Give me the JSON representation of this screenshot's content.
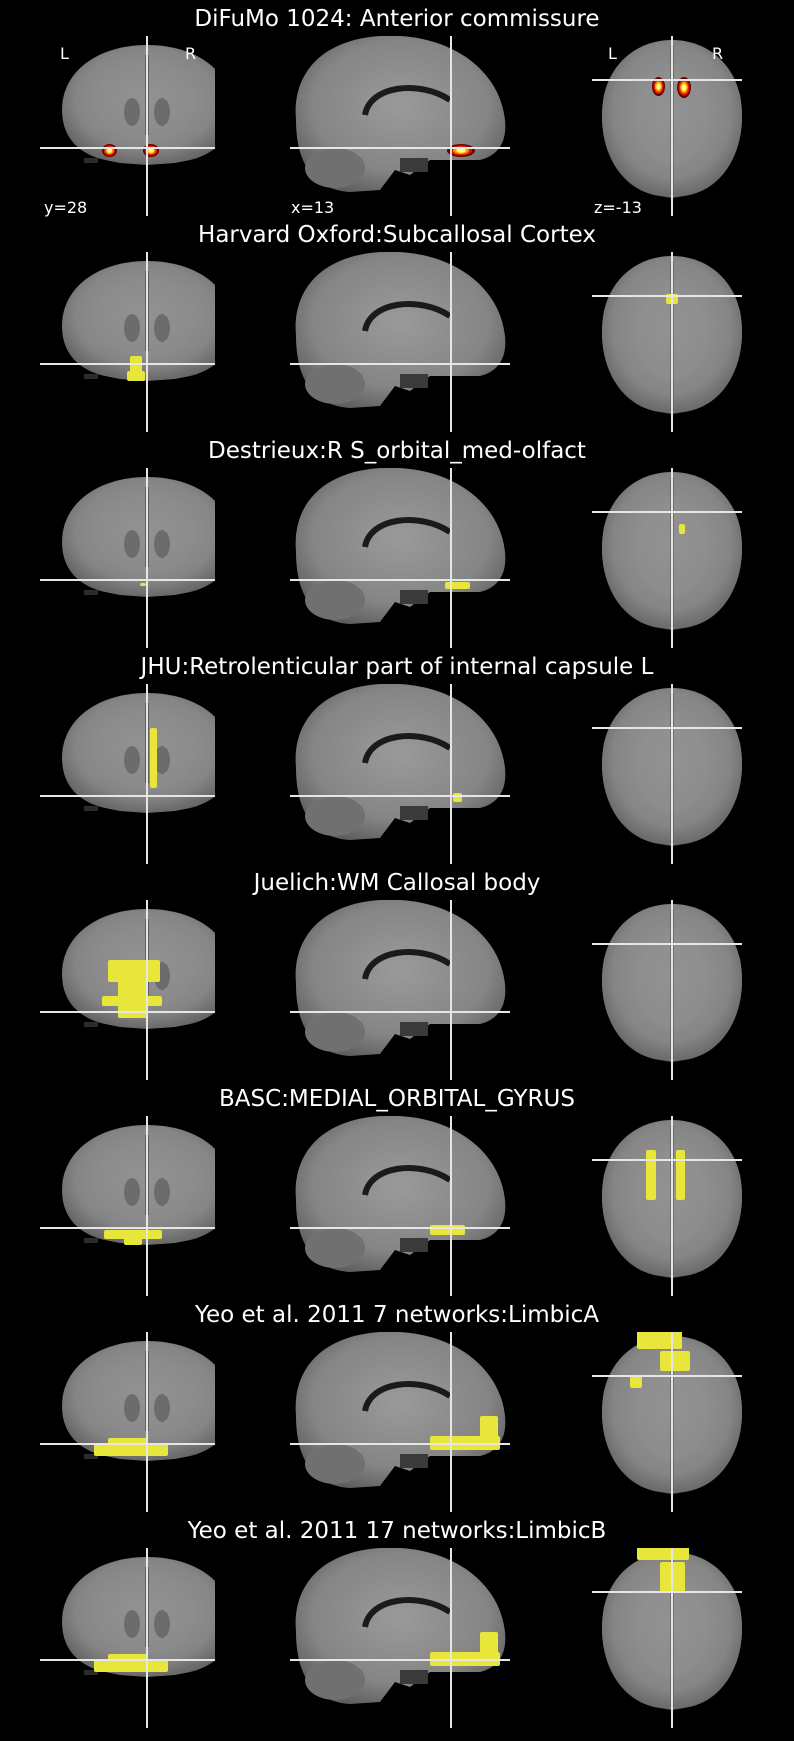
{
  "figure": {
    "background": "#000000",
    "overlay_color": "#e8e63a",
    "heat_colors": [
      "#ffff80",
      "#ff9900",
      "#d81e00",
      "#6b0000"
    ],
    "crosshair_color": "#e6e6e6",
    "coordinates": {
      "y": "y=28",
      "x": "x=13",
      "z": "z=-13"
    },
    "orientation": {
      "left": "L",
      "right": "R"
    },
    "panels": [
      {
        "title": "DiFuMo 1024: Anterior commissure",
        "style": "heat",
        "coronal": [
          [
            105,
            147,
            9,
            7
          ],
          [
            146,
            147,
            10,
            7
          ]
        ],
        "sagittal": [
          [
            450,
            147,
            22,
            7
          ]
        ],
        "axial": [
          [
            655,
            80,
            7,
            13
          ],
          [
            680,
            80,
            8,
            15
          ]
        ]
      },
      {
        "title": "Harvard Oxford:Subcallosal Cortex",
        "style": "flat",
        "coronal": [
          [
            130,
            140,
            12,
            20
          ],
          [
            127,
            155,
            18,
            10
          ]
        ],
        "sagittal": [],
        "axial": [
          [
            666,
            78,
            12,
            10
          ]
        ]
      },
      {
        "title": "Destrieux:R S_orbital_med-olfact",
        "style": "flat",
        "coronal": [
          [
            140,
            151,
            6,
            3
          ]
        ],
        "sagittal": [
          [
            445,
            150,
            25,
            7
          ]
        ],
        "axial": [
          [
            679,
            92,
            6,
            10
          ]
        ]
      },
      {
        "title": "JHU:Retrolenticular part of internal capsule L",
        "style": "flat",
        "coronal": [
          [
            150,
            80,
            7,
            60
          ]
        ],
        "sagittal": [
          [
            453,
            145,
            9,
            9
          ]
        ],
        "axial": []
      },
      {
        "title": "Juelich:WM Callosal body",
        "style": "flat",
        "coronal": [
          [
            108,
            96,
            52,
            22
          ],
          [
            118,
            112,
            30,
            42
          ],
          [
            102,
            132,
            60,
            10
          ]
        ],
        "sagittal": [],
        "axial": []
      },
      {
        "title": "BASC:MEDIAL_ORBITAL_GYRUS",
        "style": "flat",
        "coronal": [
          [
            104,
            150,
            58,
            9
          ],
          [
            124,
            157,
            18,
            8
          ]
        ],
        "sagittal": [
          [
            430,
            145,
            35,
            10
          ]
        ],
        "axial": [
          [
            646,
            70,
            10,
            50
          ],
          [
            676,
            70,
            9,
            50
          ]
        ]
      },
      {
        "title": "Yeo et al. 2011 7 networks:LimbicA",
        "style": "flat",
        "coronal": [
          [
            94,
            148,
            74,
            12
          ],
          [
            108,
            142,
            40,
            8
          ]
        ],
        "sagittal": [
          [
            430,
            140,
            70,
            14
          ],
          [
            480,
            120,
            18,
            30
          ]
        ],
        "axial": [
          [
            637,
            35,
            45,
            18
          ],
          [
            660,
            55,
            30,
            20
          ],
          [
            630,
            80,
            12,
            12
          ]
        ]
      },
      {
        "title": "Yeo et al. 2011 17 networks:LimbicB",
        "style": "flat",
        "coronal": [
          [
            94,
            148,
            74,
            12
          ],
          [
            108,
            142,
            40,
            8
          ]
        ],
        "sagittal": [
          [
            430,
            140,
            70,
            14
          ],
          [
            480,
            120,
            18,
            30
          ]
        ],
        "axial": [
          [
            637,
            30,
            52,
            18
          ],
          [
            660,
            50,
            25,
            30
          ]
        ]
      }
    ]
  }
}
